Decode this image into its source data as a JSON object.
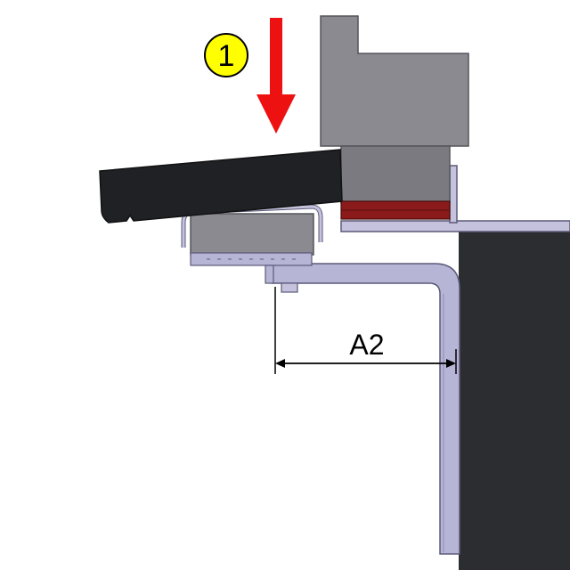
{
  "step_marker": {
    "number": "1",
    "fill": "#ffff00",
    "stroke": "#000000"
  },
  "dimension": {
    "label": "A2"
  },
  "arrow": {
    "direction": "down",
    "color": "#ee1111"
  },
  "colors": {
    "countertop": "#2b2d30",
    "bracket": "#b7b5d6",
    "bracket_edge": "#5c5a7a",
    "grey_block": "#8a8a90",
    "grey_block_dark": "#7a7a80",
    "black_part": "#1f2124",
    "red_strip": "#8b1a1a"
  }
}
